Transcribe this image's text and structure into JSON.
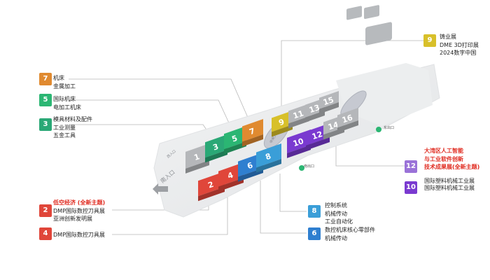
{
  "colors": {
    "orange": "#e08a30",
    "green": "#2bb673",
    "teal": "#2aa876",
    "red": "#e0463a",
    "blue": "#2f7fd0",
    "cyan": "#3a9ed8",
    "yellow": "#d8c02a",
    "purple": "#7a3ad0",
    "purple_light": "#9a72d8",
    "hall_gray": "#b5b7ba",
    "floor": "#e9eaec",
    "highlight": "#e02b20"
  },
  "map": {
    "gate_text": "南入口",
    "sign_left": "西入口",
    "sign_mid": "中央大道",
    "sign_east": "东出口",
    "sign_bottom": "南出口"
  },
  "halls": [
    {
      "num": "1"
    },
    {
      "num": "2"
    },
    {
      "num": "3"
    },
    {
      "num": "4"
    },
    {
      "num": "5"
    },
    {
      "num": "6"
    },
    {
      "num": "7"
    },
    {
      "num": "8"
    },
    {
      "num": "9"
    },
    {
      "num": "10"
    },
    {
      "num": "11"
    },
    {
      "num": "12"
    },
    {
      "num": "13"
    },
    {
      "num": "14"
    },
    {
      "num": "15"
    },
    {
      "num": "16"
    }
  ],
  "legend": [
    {
      "id": "7",
      "num": "7",
      "color": "#e08a30",
      "lines": [
        "机床",
        "金属加工"
      ],
      "highlight": []
    },
    {
      "id": "5",
      "num": "5",
      "color": "#2bb673",
      "lines": [
        "国际机床",
        "电加工机床"
      ],
      "highlight": []
    },
    {
      "id": "3",
      "num": "3",
      "color": "#2aa876",
      "lines": [
        "模具材料及配件",
        "工业测量",
        "五金工具"
      ],
      "highlight": []
    },
    {
      "id": "2",
      "num": "2",
      "color": "#e0463a",
      "lines": [
        "低空经济 (全新主题)",
        "DMP国际数控刀具展",
        "亚洲创新发明展"
      ],
      "highlight": [
        0
      ]
    },
    {
      "id": "4",
      "num": "4",
      "color": "#e0463a",
      "lines": [
        "DMP国际数控刀具展"
      ],
      "highlight": []
    },
    {
      "id": "9",
      "num": "9",
      "color": "#d8c02a",
      "lines": [
        "铸业展",
        "DME 3D打印展",
        "2024数字中国"
      ],
      "highlight": []
    },
    {
      "id": "12",
      "num": "12",
      "color": "#9a72d8",
      "lines": [
        "大湾区人工智能",
        "与工业软件创新",
        "技术成果展(全新主题)",
        "国际塑料机械工业展"
      ],
      "highlight": [
        0,
        1,
        2
      ]
    },
    {
      "id": "10",
      "num": "10",
      "color": "#7a3ad0",
      "lines": [
        "国际塑料机械工业展"
      ],
      "highlight": []
    },
    {
      "id": "8",
      "num": "8",
      "color": "#3a9ed8",
      "lines": [
        "控制系统",
        "机械传动",
        "工业自动化"
      ],
      "highlight": []
    },
    {
      "id": "6",
      "num": "6",
      "color": "#2f7fd0",
      "lines": [
        "数控机床核心零部件",
        "机械传动"
      ],
      "highlight": []
    }
  ]
}
